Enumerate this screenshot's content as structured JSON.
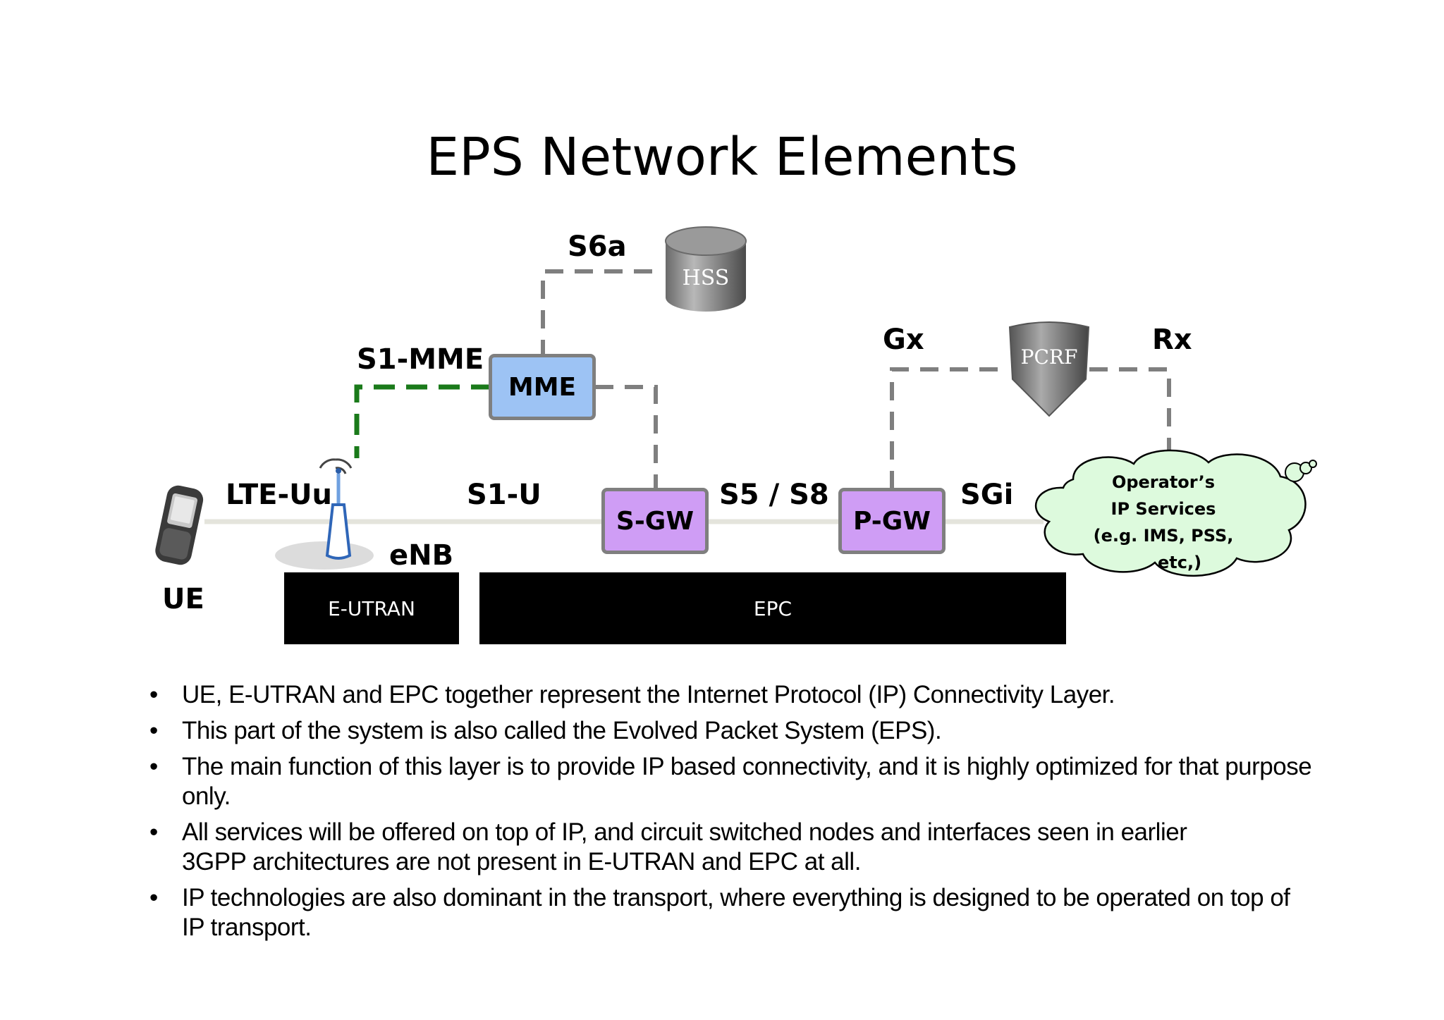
{
  "title": "EPS Network Elements",
  "interfaces": {
    "s6a": "S6a",
    "s1_mme": "S1-MME",
    "lte_uu": "LTE-Uu",
    "s1_u": "S1-U",
    "s5_s8": "S5 / S8",
    "sgi": "SGi",
    "gx": "Gx",
    "rx": "Rx"
  },
  "nodes": {
    "mme": "MME",
    "sgw": "S-GW",
    "pgw": "P-GW",
    "hss": "HSS",
    "pcrf": "PCRF",
    "enb": "eNB",
    "ue": "UE"
  },
  "cloud": {
    "line1": "Operator’s",
    "line2": "IP Services",
    "line3": "(e.g. IMS, PSS,",
    "line4": "etc,)"
  },
  "domains": {
    "eutran": "E-UTRAN",
    "epc": "EPC"
  },
  "bullets": [
    "UE, E-UTRAN and EPC together represent the Internet Protocol (IP) Connectivity Layer.",
    "This part of the system is also called the Evolved Packet System (EPS).",
    "The main function of this layer is to provide IP based connectivity, and it is highly optimized for that purpose only.",
    "All services will be offered on top of IP, and circuit switched nodes and interfaces seen in earlier 3GPP architectures are not present in E-UTRAN and EPC at all.",
    "IP technologies are also dominant in the transport, where everything is designed to be operated on top of IP transport."
  ],
  "colors": {
    "mme_fill": "#9dc3f4",
    "gw_fill": "#cf9df5",
    "node_border": "#7f7f7f",
    "control_plane_dashed": "#7f7f7f",
    "s1_mme_dashed": "#1a7a1a",
    "user_plane_line": "#e4e4dc",
    "cloud_fill": "#ddfadd"
  }
}
